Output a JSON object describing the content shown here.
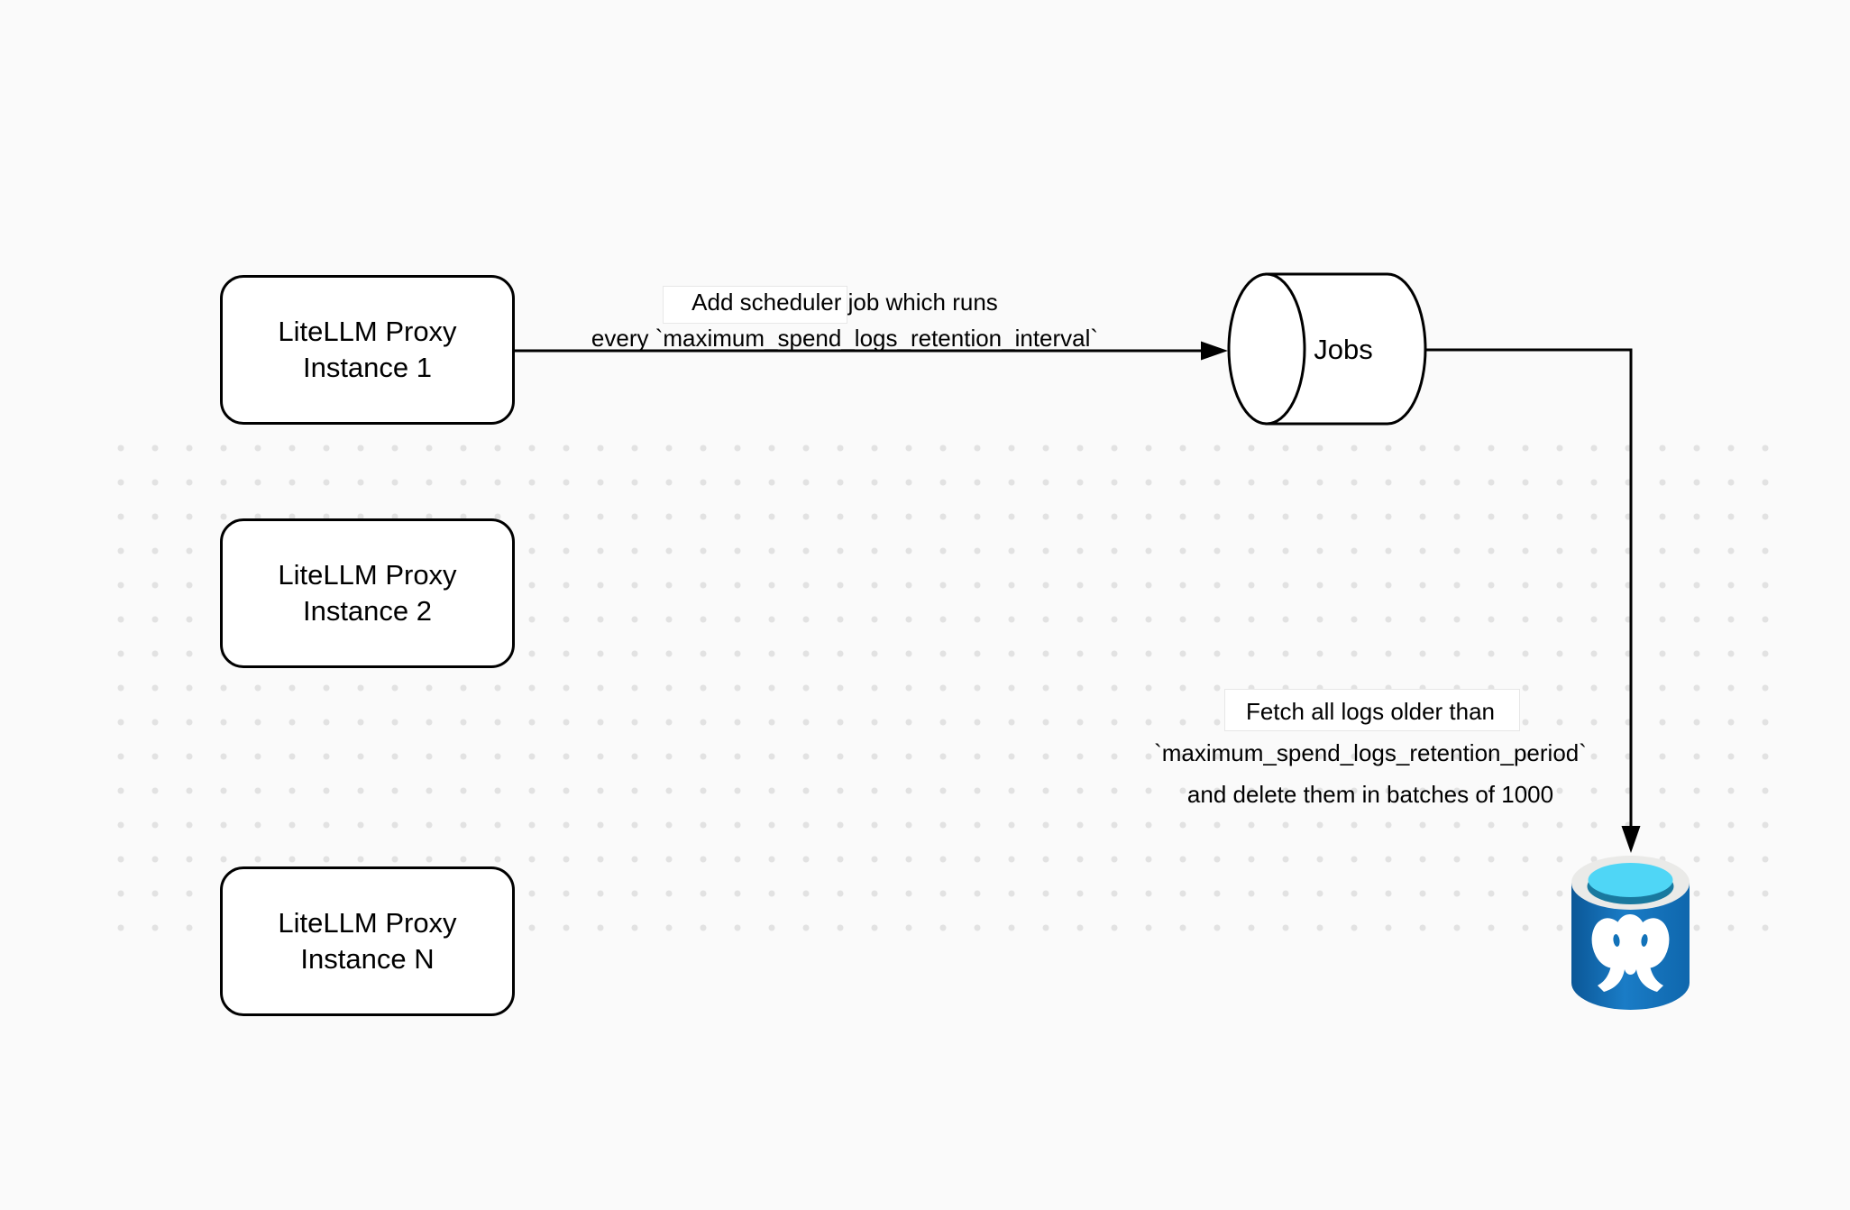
{
  "canvas": {
    "background": "#fafafa",
    "dot_color": "#e2e2e2"
  },
  "nodes": {
    "proxy1": {
      "line1": "LiteLLM Proxy",
      "line2": "Instance 1"
    },
    "proxy2": {
      "line1": "LiteLLM Proxy",
      "line2": "Instance 2"
    },
    "proxyN": {
      "line1": "LiteLLM Proxy",
      "line2": "Instance N"
    },
    "jobs": {
      "label": "Jobs"
    }
  },
  "edges": {
    "schedule": {
      "line1": "Add scheduler job which runs",
      "line2": "every `maximum_spend_logs_retention_interval`"
    },
    "fetch": {
      "line1": "Fetch all logs older than",
      "line2": "`maximum_spend_logs_retention_period`",
      "line3": "and delete them in batches of 1000"
    }
  },
  "colors": {
    "stroke": "#000000",
    "node_fill": "#ffffff",
    "postgres_body": "#1272b9",
    "postgres_rim": "#eaeae8",
    "postgres_water": "#4fd6f6",
    "postgres_water_dark": "#19799f",
    "elephant": "#ffffff"
  }
}
